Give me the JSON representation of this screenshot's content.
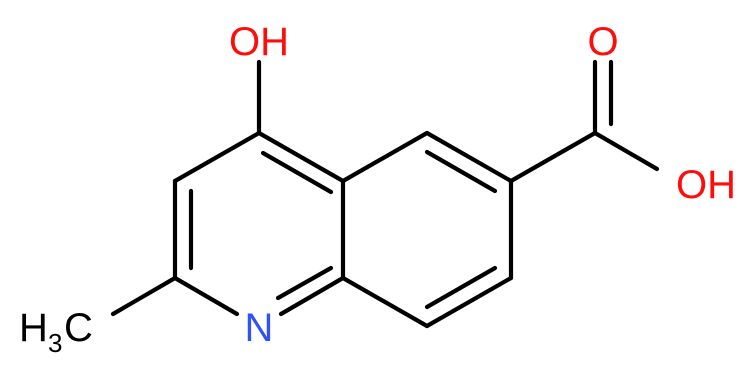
{
  "molecule": {
    "atoms": {
      "hydroxyl_4": {
        "text": "OH",
        "color": "#ff0d0d"
      },
      "carbonyl_o": {
        "text": "O",
        "color": "#ff0d0d"
      },
      "acid_oh": {
        "text": "OH",
        "color": "#ff0d0d"
      },
      "nitrogen": {
        "text": "N",
        "color": "#3050f8"
      },
      "methyl": {
        "h": "H",
        "sub": "3",
        "c": "C",
        "color": "#000000"
      }
    },
    "bond_color": "#000000"
  }
}
